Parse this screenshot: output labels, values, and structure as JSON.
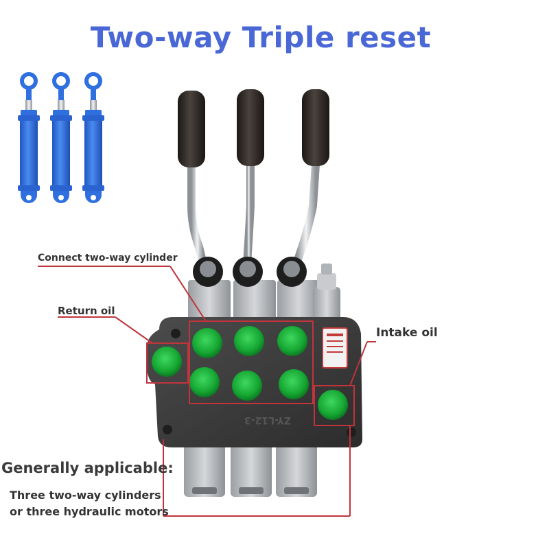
{
  "title": "Two-way Triple  reset",
  "labels": {
    "connect": "Connect two-way cylinder",
    "return": "Return oil",
    "intake": "Intake oil",
    "general": "Generally applicable:",
    "three_line1": "Three two-way cylinders",
    "three_line2": "or three hydraulic motors"
  },
  "valve_stamp": "ZY-L12-3",
  "colors": {
    "title": "#4a67d6",
    "cylinder": "#2f6fe0",
    "port_cap": "#19b03a",
    "callout": "#c0343c",
    "valve_body": "#3a3a3a",
    "handle": "#2a2522",
    "lever": "#b9bcc0"
  }
}
